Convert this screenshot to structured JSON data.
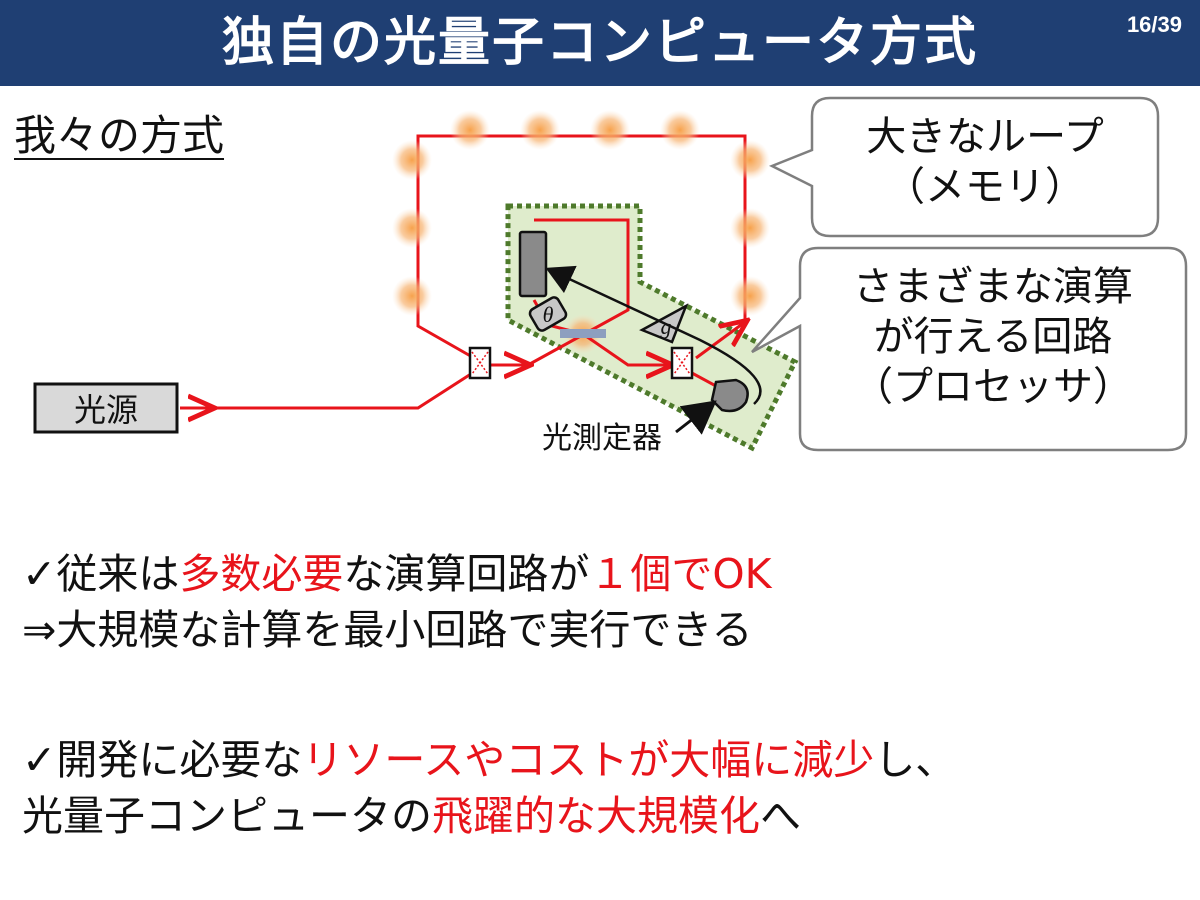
{
  "header": {
    "title": "独自の光量子コンピュータ方式",
    "page": "16/39"
  },
  "subheading": "我々の方式",
  "diagram": {
    "source_label": "光源",
    "detector_label": "光測定器",
    "theta_symbol": "θ",
    "g_symbol": "g",
    "bubble_memory": {
      "line1": "大きなループ",
      "line2": "（メモリ）"
    },
    "bubble_processor": {
      "line1": "さまざまな演算",
      "line2": "が行える回路",
      "line3": "（プロセッサ）"
    },
    "colors": {
      "beam": "#e8141b",
      "processor_fill": "#dfeccc",
      "processor_border": "#4e7a2b",
      "glow": "#f5a04a"
    }
  },
  "bullets": {
    "b1": {
      "mark": "✓",
      "t1": "従来は",
      "t2": "多数必要",
      "t3": "な演算回路が",
      "t4": "１個でOK"
    },
    "b1_line2": "⇒大規模な計算を最小回路で実行できる",
    "b2": {
      "mark": "✓",
      "t1": "開発に必要な",
      "t2": "リソースやコストが大幅に減少",
      "t3": "し、"
    },
    "b2_line2": {
      "t1": "光量子コンピュータの",
      "t2": "飛躍的な大規模化",
      "t3": "へ"
    }
  }
}
